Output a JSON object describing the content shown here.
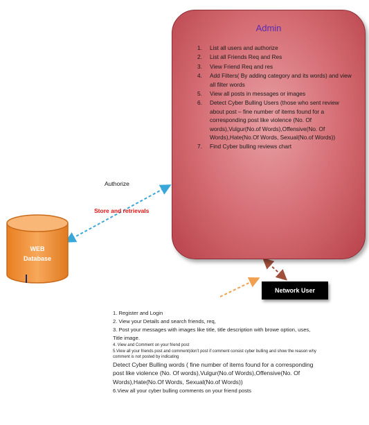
{
  "admin": {
    "title": "Admin",
    "items": [
      {
        "num": "1.",
        "text": "List all users and authorize"
      },
      {
        "num": "2.",
        "text": "List all Friends Req and Res"
      },
      {
        "num": "3.",
        "text": "View Friend Req and res"
      },
      {
        "num": "4.",
        "text": "Add Filters( By adding category  and its words) and view all filter words"
      },
      {
        "num": "5.",
        "text": "View all posts in messages or images"
      },
      {
        "num": "6.",
        "text": "Detect Cyber Bulling Users (those who sent review about post – fine number of items found for a corresponding post like violence (No. Of words),Vulgur(No.of Words),Offensive(No. Of Words),Hate(No.Of Words, Sexual(No.of Words))"
      },
      {
        "num": "7.",
        "text": "Find  Cyber bulling reviews chart"
      }
    ]
  },
  "database": {
    "line1": "WEB",
    "line2": "Database"
  },
  "labels": {
    "authorize": "Authorize",
    "store": "Store and retrievals",
    "network_user": "Network User"
  },
  "user_items": [
    {
      "text": "1. Register and Login",
      "size": "n"
    },
    {
      "text": "2. View your Details and search friends, req,",
      "size": "n"
    },
    {
      "text": "3. Post your messages with images like title, title description with browe option, uses, Title image.",
      "size": "n"
    },
    {
      "text": "4. View and Comment  on your  friend post",
      "size": "s"
    },
    {
      "text": "5.View all your friends post and comment(don't  post if comment  consist cyber bulling  and  show  the reason  why  comment  is not  posted by indicating",
      "size": "s"
    },
    {
      "text": "Detect Cyber Bulling words ( fine number of items found for a corresponding post like violence (No. Of words),Vulgur(No.of Words),Offensive(No. Of Words),Hate(No.Of Words, Sexual(No.of Words))",
      "size": "l"
    },
    {
      "text": "6.View all your cyber bulling comments on your friend posts",
      "size": "n"
    }
  ],
  "colors": {
    "admin_fill": "#d46b72",
    "admin_title": "#5a2bb3",
    "db_orange": "#f2953a",
    "arrow_blue": "#3aa7d9",
    "arrow_orange": "#f0a050",
    "arrow_dark_red": "#a0503a",
    "store_label": "#e01010"
  }
}
